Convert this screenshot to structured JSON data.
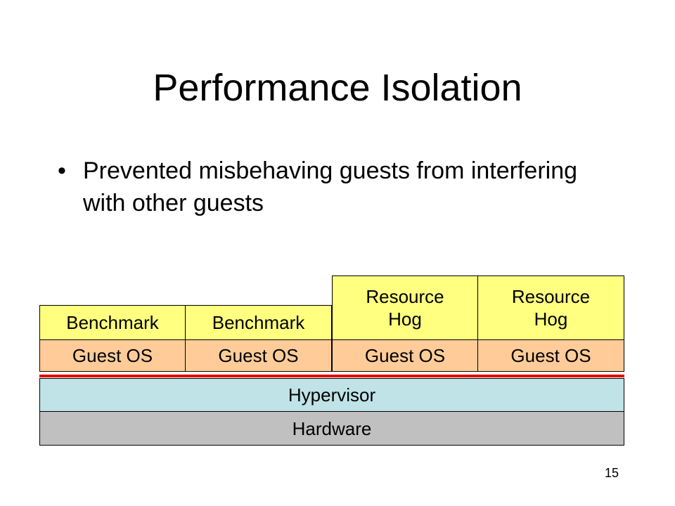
{
  "slide": {
    "title": "Performance Isolation",
    "bullets": [
      "Prevented misbehaving guests from interfering with other guests"
    ],
    "page_number": "15"
  },
  "diagram": {
    "columns": [
      {
        "app": "Benchmark",
        "guest": "Guest OS"
      },
      {
        "app": "Benchmark",
        "guest": "Guest OS"
      },
      {
        "app": "Resource Hog",
        "guest": "Guest OS"
      },
      {
        "app": "Resource Hog",
        "guest": "Guest OS"
      }
    ],
    "hypervisor": "Hypervisor",
    "hardware": "Hardware",
    "colors": {
      "app": "#ffff80",
      "guest": "#ffcc99",
      "hypervisor": "#bfe3e6",
      "hardware": "#c0c0c0",
      "isolation_line": "#e00000"
    }
  }
}
